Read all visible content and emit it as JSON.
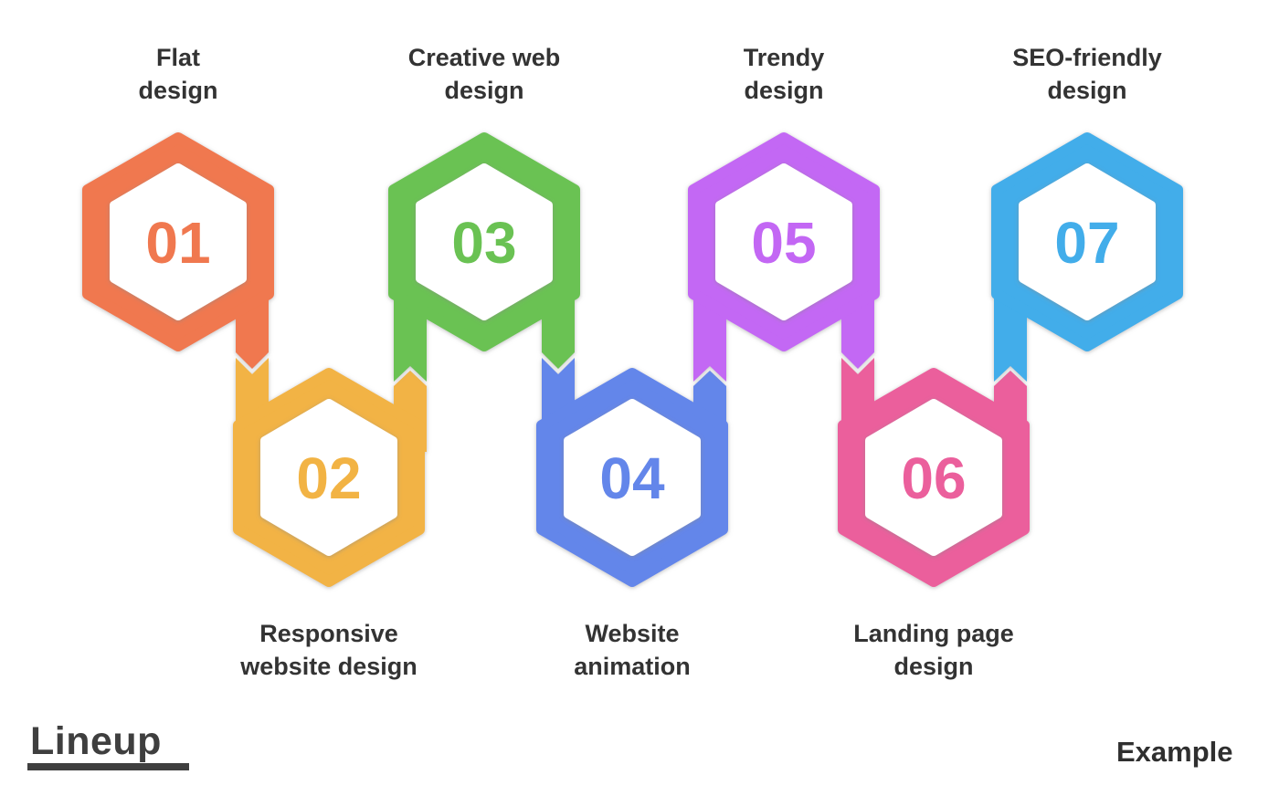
{
  "page": {
    "background": "#ffffff"
  },
  "label_color": "#333333",
  "brand": {
    "logo_text": "Lineup",
    "watermark": "Example"
  },
  "steps": [
    {
      "number": "01",
      "color": "#F0784F",
      "position": "top",
      "label_line1": "Flat",
      "label_line2": "design"
    },
    {
      "number": "02",
      "color": "#F2B344",
      "position": "bottom",
      "label_line1": "Responsive",
      "label_line2": "website design"
    },
    {
      "number": "03",
      "color": "#6AC253",
      "position": "top",
      "label_line1": "Creative web",
      "label_line2": "design"
    },
    {
      "number": "04",
      "color": "#6386EA",
      "position": "bottom",
      "label_line1": "Website",
      "label_line2": "animation"
    },
    {
      "number": "05",
      "color": "#C367F4",
      "position": "top",
      "label_line1": "Trendy",
      "label_line2": "design"
    },
    {
      "number": "06",
      "color": "#EB5F9C",
      "position": "bottom",
      "label_line1": "Landing page",
      "label_line2": "design"
    },
    {
      "number": "07",
      "color": "#42ADEA",
      "position": "top",
      "label_line1": "SEO-friendly",
      "label_line2": "design"
    }
  ]
}
